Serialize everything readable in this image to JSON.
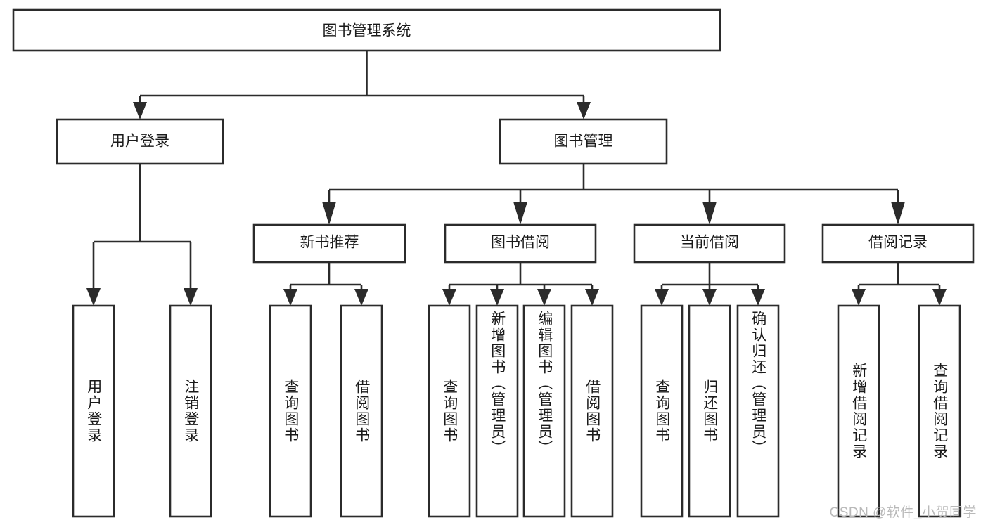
{
  "diagram": {
    "title": "图书管理系统",
    "type": "hierarchy-tree",
    "background_color": "#ffffff",
    "line_color": "#2b2b2b",
    "text_color": "#1a1a1a",
    "levels": 4,
    "root": {
      "label": "图书管理系统",
      "orientation": "horizontal"
    },
    "level2": [
      {
        "label": "用户登录",
        "orientation": "horizontal"
      },
      {
        "label": "图书管理",
        "orientation": "horizontal"
      }
    ],
    "level3": [
      {
        "label": "新书推荐",
        "orientation": "horizontal"
      },
      {
        "label": "图书借阅",
        "orientation": "horizontal"
      },
      {
        "label": "当前借阅",
        "orientation": "horizontal"
      },
      {
        "label": "借阅记录",
        "orientation": "horizontal"
      }
    ],
    "leaves": {
      "user_login": [
        {
          "label": "用户登录",
          "orientation": "vertical"
        },
        {
          "label": "注销登录",
          "orientation": "vertical"
        }
      ],
      "new_book_recommend": [
        {
          "label": "查询图书",
          "orientation": "vertical"
        },
        {
          "label": "借阅图书",
          "orientation": "vertical"
        }
      ],
      "book_borrow": [
        {
          "label": "查询图书",
          "orientation": "vertical"
        },
        {
          "label": "新增图书（管理员）",
          "orientation": "vertical"
        },
        {
          "label": "编辑图书（管理员）",
          "orientation": "vertical"
        },
        {
          "label": "借阅图书",
          "orientation": "vertical"
        }
      ],
      "current_borrow": [
        {
          "label": "查询图书",
          "orientation": "vertical"
        },
        {
          "label": "归还图书",
          "orientation": "vertical"
        },
        {
          "label": "确认归还（管理员）",
          "orientation": "vertical"
        }
      ],
      "borrow_record": [
        {
          "label": "新增借阅记录",
          "orientation": "vertical"
        },
        {
          "label": "查询借阅记录",
          "orientation": "vertical"
        }
      ]
    }
  },
  "watermark": {
    "text": "CSDN @软件_小贺同学"
  }
}
